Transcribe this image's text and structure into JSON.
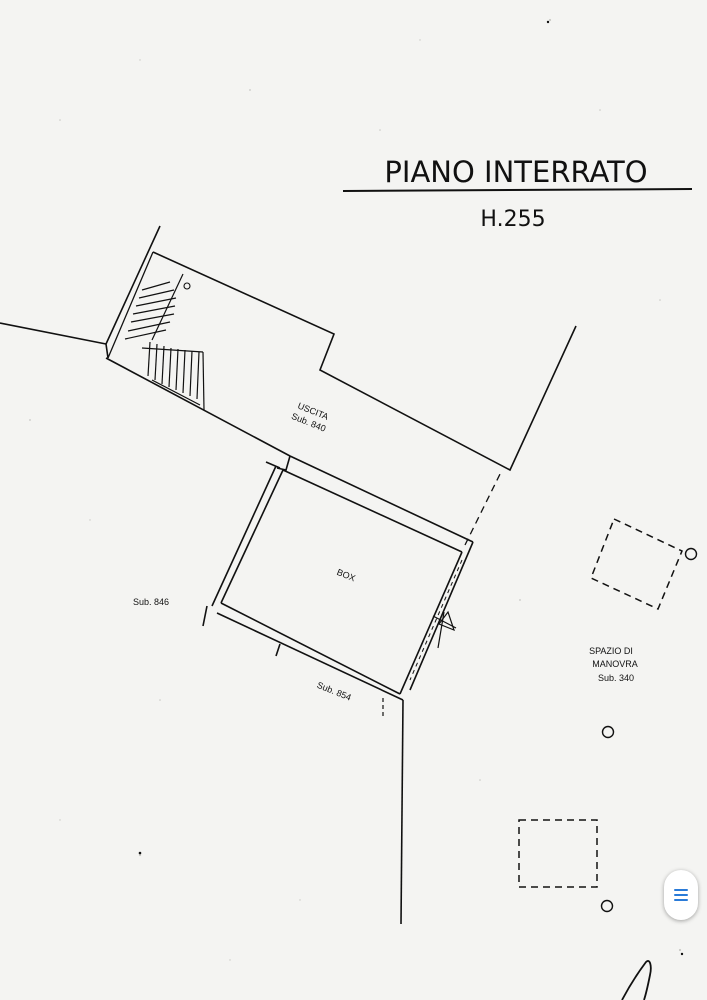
{
  "plan": {
    "title": "PIANO INTERRATO",
    "height_label": "H.255",
    "labels": {
      "uscita": "USCITA",
      "uscita_sub": "Sub. 840",
      "box": "BOX",
      "sub_left": "Sub. 846",
      "sub_bottom": "Sub. 854",
      "spazio_line1": "SPAZIO DI",
      "spazio_line2": "MANOVRA",
      "spazio_sub": "Sub. 340"
    }
  },
  "ui": {
    "menu_icon": "menu-icon",
    "accent_color": "#2a7bd8"
  }
}
